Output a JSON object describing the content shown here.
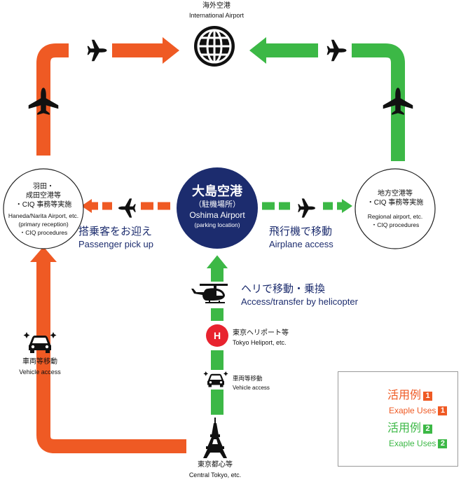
{
  "colors": {
    "orange": "#ef5a24",
    "green": "#3cb846",
    "navy": "#1c2c6e",
    "red": "#e8232f"
  },
  "international_airport": {
    "ja": "海外空港",
    "en": "International Airport",
    "icon": "globe-icon"
  },
  "haneda_node": {
    "ja_line1": "羽田・",
    "ja_line2": "成田空港等",
    "ja_line3": "・CIQ 事務等実施",
    "en_line1": "Haneda/Narita Airport, etc.",
    "en_line2": "(primary reception)",
    "en_line3": "・CIQ procedures"
  },
  "regional_node": {
    "ja_line1": "地方空港等",
    "ja_line2": "・CIQ 事務等実施",
    "en_line1": "Regional airport, etc.",
    "en_line2": "・CIQ procedures"
  },
  "oshima_node": {
    "ja_line1": "大島空港",
    "ja_line2": "（駐機場所）",
    "en_line1": "Oshima Airport",
    "en_line2": "(parking location)"
  },
  "pickup": {
    "ja": "搭乗客をお迎え",
    "en": "Passenger pick up"
  },
  "airplane_access": {
    "ja": "飛行機で移動",
    "en": "Airplane access"
  },
  "helicopter": {
    "ja": "ヘリで移動・乗換",
    "en": "Access/transfer by helicopter",
    "icon": "helicopter-icon"
  },
  "heliport": {
    "badge": "H",
    "ja": "東京ヘリポート等",
    "en": "Tokyo Heliport, etc."
  },
  "vehicle_left": {
    "ja": "車両等移動",
    "en": "Vehicle access",
    "icon": "car-icon"
  },
  "vehicle_center": {
    "ja": "車両等移動",
    "en": "Vehicle access",
    "icon": "car-icon"
  },
  "central_tokyo": {
    "ja": "東京都心等",
    "en": "Central Tokyo, etc.",
    "icon": "tokyo-tower-icon"
  },
  "legend": [
    {
      "ja": "活用例",
      "num": "1",
      "en": "Exaple Uses",
      "color": "#ef5a24"
    },
    {
      "ja": "活用例",
      "num": "2",
      "en": "Exaple Uses",
      "color": "#3cb846"
    }
  ]
}
